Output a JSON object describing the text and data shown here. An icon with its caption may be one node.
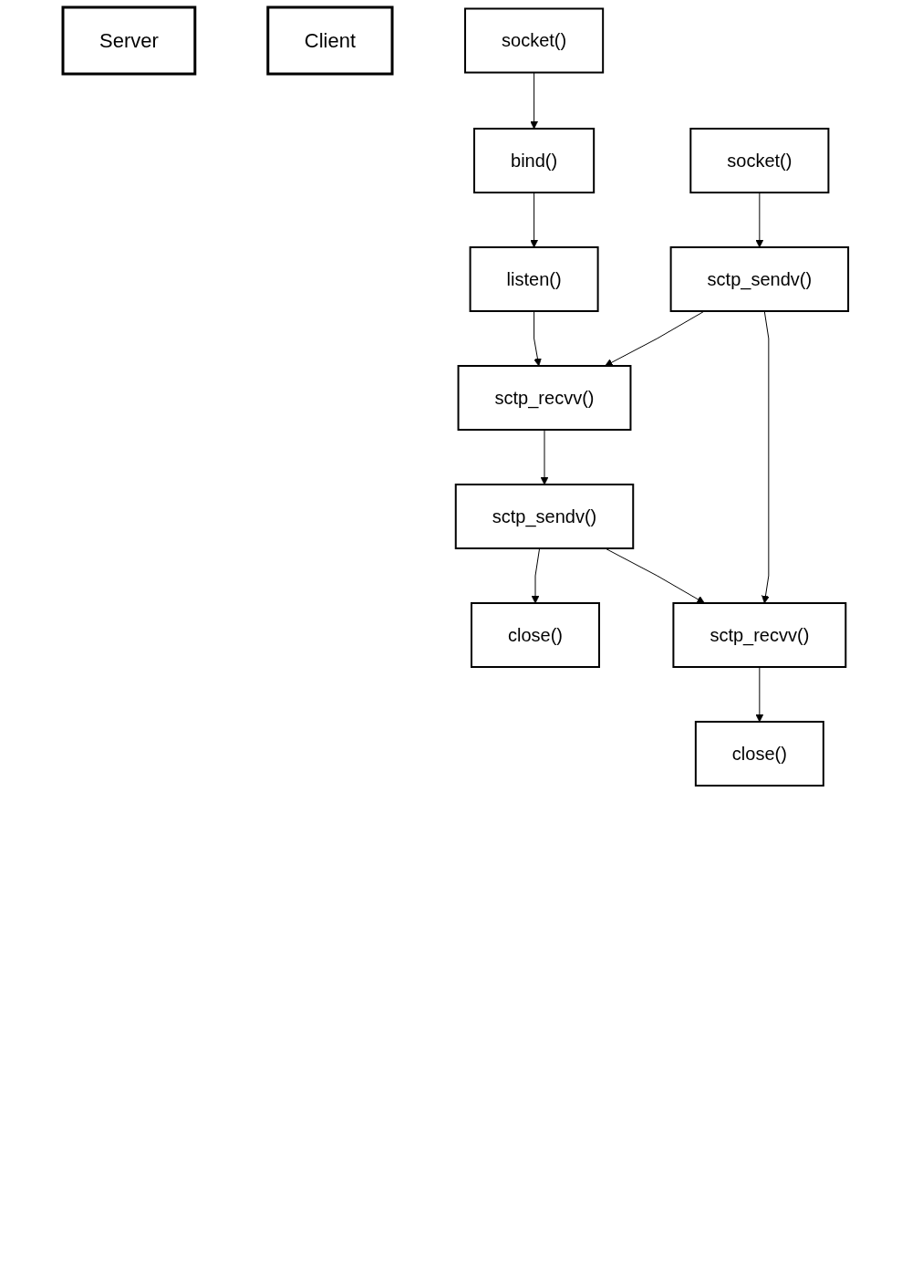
{
  "diagram": {
    "nodes": [
      {
        "text": [
          "Server"
        ]
      },
      {
        "text": [
          "Client"
        ]
      },
      {
        "text": [
          "socket()"
        ]
      },
      {
        "text": [
          "bind()"
        ]
      },
      {
        "text": [
          "listen()"
        ]
      },
      {
        "text": [
          "sctp_recvv()"
        ]
      },
      {
        "text": [
          "sctp_sendv()"
        ]
      },
      {
        "text": [
          "close()"
        ]
      },
      {
        "text": [
          "socket()"
        ]
      },
      {
        "text": [
          "sctp_sendv()"
        ]
      },
      {
        "text": [
          "sctp_recvv()"
        ]
      },
      {
        "text": [
          "close()"
        ]
      }
    ],
    "edges": [
      {
        "from": 2,
        "to": 3,
        "arrow": "to"
      },
      {
        "from": 3,
        "to": 4,
        "arrow": "to"
      },
      {
        "from": 4,
        "to": 5,
        "arrow": "to"
      },
      {
        "from": 9,
        "to": 5,
        "arrow": "to"
      },
      {
        "from": 5,
        "to": 6,
        "arrow": "to"
      },
      {
        "from": 6,
        "to": 10,
        "arrow": "to"
      },
      {
        "from": 6,
        "to": 7,
        "arrow": "to"
      },
      {
        "from": 8,
        "to": 9,
        "arrow": "to"
      },
      {
        "from": 9,
        "to": 10,
        "arrow": "to"
      },
      {
        "from": 10,
        "to": 11,
        "arrow": "to"
      }
    ]
  }
}
